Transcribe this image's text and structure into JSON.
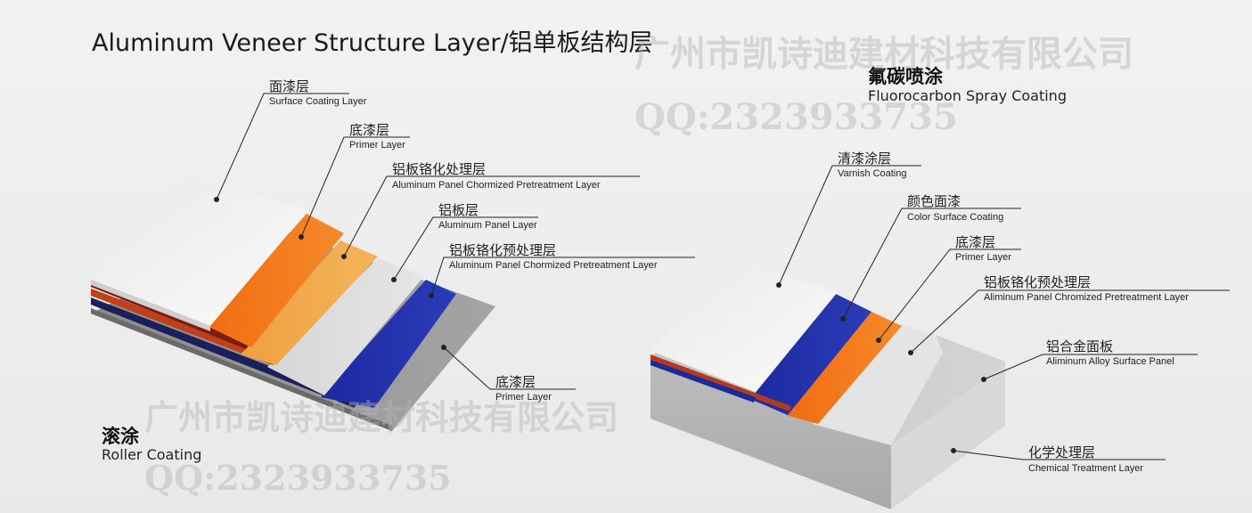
{
  "title": "Aluminum Veneer Structure Layer/铝单板结构层",
  "roller": {
    "name_cn": "滚涂",
    "name_en": "Roller Coating",
    "labels": [
      {
        "cn": "面漆层",
        "en": "Surface Coating Layer"
      },
      {
        "cn": "底漆层",
        "en": "Primer  Layer"
      },
      {
        "cn": "铝板铬化处理层",
        "en": "Aluminum Panel Chormized Pretreatment Layer"
      },
      {
        "cn": "铝板层",
        "en": "Aluminum Panel  Layer"
      },
      {
        "cn": "铝板铬化预处理层",
        "en": "Aluminum Panel Chormized Pretreatment Layer"
      },
      {
        "cn": "底漆层",
        "en": "Primer  Layer"
      }
    ]
  },
  "spray": {
    "name_cn": "氟碳喷涂",
    "name_en": "Fluorocarbon Spray Coating",
    "labels": [
      {
        "cn": "清漆涂层",
        "en": "Varnish Coating"
      },
      {
        "cn": "颜色面漆",
        "en": "Color Surface Coating"
      },
      {
        "cn": "底漆层",
        "en": "Primer Layer"
      },
      {
        "cn": "铝板铬化预处理层",
        "en": "Aliminum Panel Chromized Pretreatment Layer"
      },
      {
        "cn": "铝合金面板",
        "en": "Aliminum Alloy Surface Panel"
      },
      {
        "cn": "化学处理层",
        "en": "Chemical Treatment Layer"
      }
    ]
  },
  "watermarks": {
    "company": "广州市凯诗迪建材科技有限公司",
    "qq": "QQ:2323933735"
  },
  "colors": {
    "white_layer": "#f4f4f4",
    "orange": "#f07b1e",
    "light_orange": "#f2a443",
    "light_gray": "#dcdcdc",
    "blue": "#1a2a9a",
    "dark_gray": "#8a8a8a",
    "red_brown": "#b8381a",
    "navy": "#1a1f5a"
  }
}
